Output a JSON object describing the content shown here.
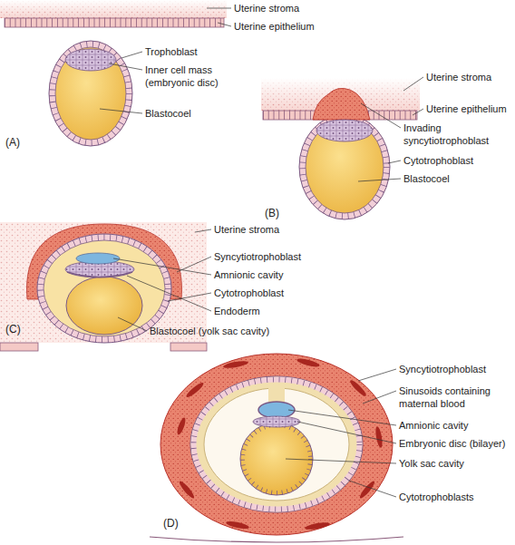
{
  "diagram": {
    "labels": [
      "Uterine stroma",
      "Uterine epithelium",
      "Trophoblast",
      "Inner cell mass (embryonic disc)",
      "Blastocoel",
      "(A)",
      "Uterine stroma",
      "Uterine epithelium",
      "Invading syncytiotrophoblast",
      "Cytotrophoblast",
      "Blastocoel",
      "(B)",
      "Uterine stroma",
      "Syncytiotrophoblast",
      "Amnionic cavity",
      "Cytotrophoblast",
      "Endoderm",
      "Blastocoel (yolk sac cavity)",
      "(C)",
      "Syncytiotrophoblast",
      "Sinusoids containing maternal blood",
      "Amnionic cavity",
      "Embryonic disc (bilayer)",
      "Yolk sac cavity",
      "Cytotrophoblasts",
      "(D)"
    ]
  }
}
